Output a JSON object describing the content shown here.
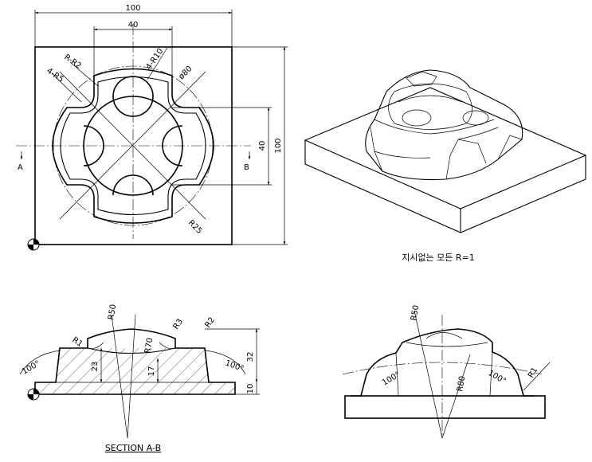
{
  "top_view": {
    "dims": {
      "overall_width": "100",
      "inner_width": "40",
      "height_total": "100",
      "height_inner": "40"
    },
    "labels": {
      "r_r2": "R-R2",
      "r5": "4-R5",
      "r10": "4-R10",
      "dia80": "ø80",
      "r25": "R25",
      "section_a": "A",
      "section_b": "B"
    }
  },
  "iso_view": {
    "note": "지시없는 모든 R=1"
  },
  "section_view": {
    "title": "SECTION A-B",
    "labels": {
      "r50": "R50",
      "r1": "R1",
      "r3": "R3",
      "r2": "R2",
      "r70": "R70",
      "angle_left": "100°",
      "angle_right": "100°",
      "h23": "23",
      "h17": "17",
      "h32": "32",
      "h10": "10"
    }
  },
  "side_view": {
    "labels": {
      "r50": "R50",
      "r80": "R80",
      "angle_left": "100°",
      "angle_right": "100°",
      "r1": "R1"
    }
  }
}
